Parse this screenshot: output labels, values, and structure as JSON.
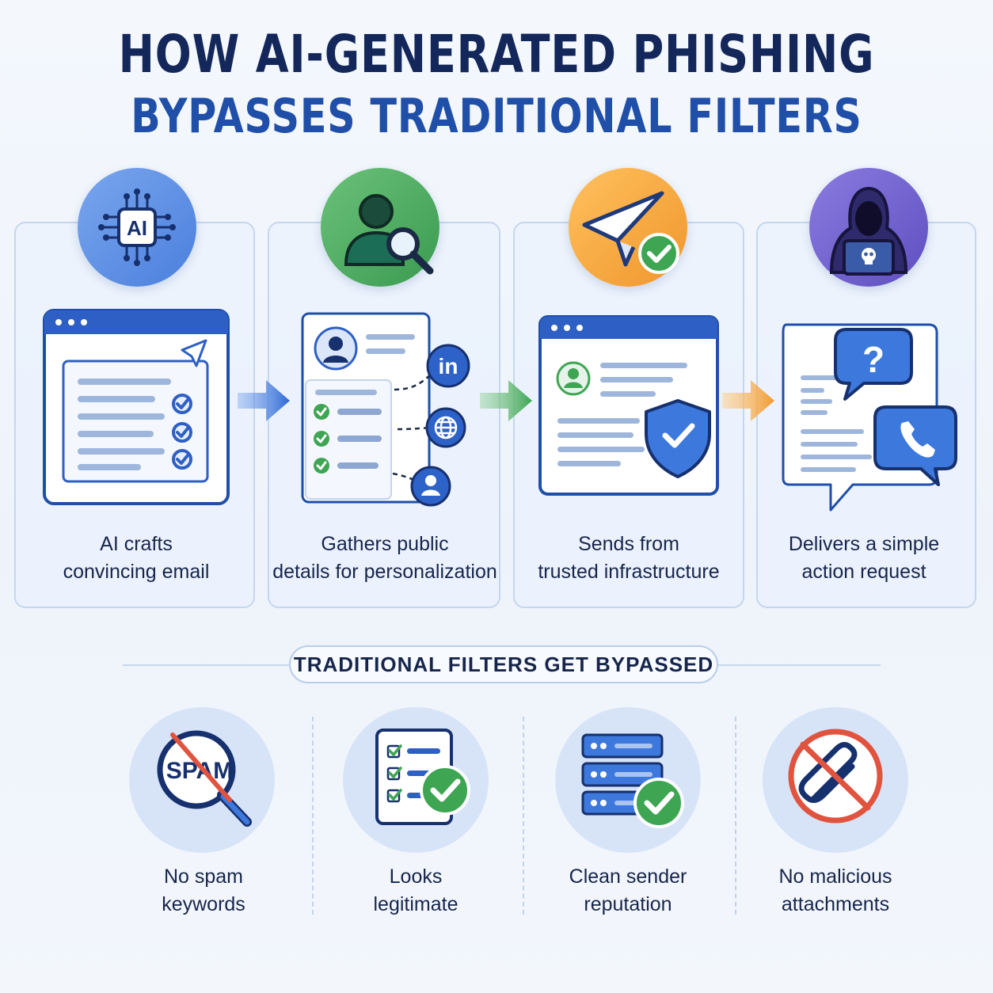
{
  "title": {
    "line1": "HOW AI-GENERATED PHISHING",
    "line2": "BYPASSES TRADITIONAL FILTERS"
  },
  "steps": [
    {
      "badge_text": "AI",
      "icon": "ai-chip-icon",
      "label": "AI crafts\nconvincing email",
      "accent": "#3d74d8"
    },
    {
      "badge_text": "in",
      "icon": "user-search-icon",
      "label": "Gathers public\ndetails for personalization",
      "accent": "#3e9b4f"
    },
    {
      "icon": "paper-plane-check-icon",
      "label": "Sends from\ntrusted infrastructure",
      "accent": "#f0a33a"
    },
    {
      "badge_text": "?",
      "icon": "hooded-hacker-icon",
      "label": "Delivers a simple\naction request",
      "accent": "#6a55c8"
    }
  ],
  "section": {
    "label": "TRADITIONAL FILTERS GET BYPASSED"
  },
  "filters": [
    {
      "icon": "no-spam-icon",
      "icon_text": "SPAM",
      "label": "No spam\nkeywords"
    },
    {
      "icon": "checklist-check-icon",
      "label": "Looks\nlegitimate"
    },
    {
      "icon": "server-check-icon",
      "label": "Clean sender\nreputation"
    },
    {
      "icon": "no-attachment-icon",
      "label": "No malicious\nattachments"
    }
  ],
  "colors": {
    "navy": "#14275a",
    "blue": "#1f4fa8",
    "green": "#3e9b4f",
    "orange": "#f0a33a",
    "purple": "#6a55c8",
    "red": "#e0533f"
  }
}
